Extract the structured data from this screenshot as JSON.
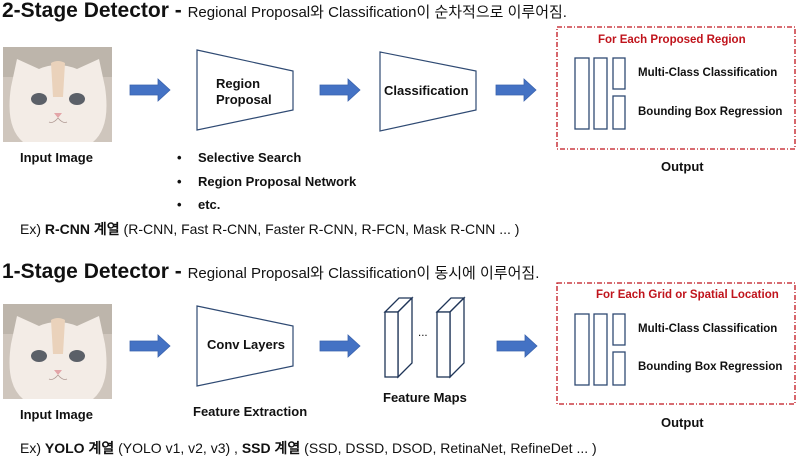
{
  "two_stage": {
    "title": "2-Stage Detector -",
    "subtitle": "Regional Proposal와 Classification이 순차적으로 이루어짐.",
    "input_label": "Input Image",
    "stage1_label_line1": "Region",
    "stage1_label_line2": "Proposal",
    "stage2_label": "Classification",
    "bullets": [
      "Selective Search",
      "Region Proposal Network",
      "etc."
    ],
    "output_box_title": "For Each Proposed Region",
    "output_item1": "Multi-Class Classification",
    "output_item2": "Bounding Box Regression",
    "output_label": "Output",
    "example_prefix": "Ex)",
    "example_family": "R-CNN 계열",
    "example_list": "(R-CNN, Fast R-CNN, Faster R-CNN, R-FCN, Mask R-CNN ... )"
  },
  "one_stage": {
    "title": "1-Stage Detector -",
    "subtitle": "Regional Proposal와 Classification이 동시에 이루어짐.",
    "input_label": "Input Image",
    "conv_label": "Conv Layers",
    "conv_caption": "Feature Extraction",
    "ellipsis": "...",
    "feature_maps_label": "Feature Maps",
    "output_box_title": "For Each Grid or Spatial Location",
    "output_item1": "Multi-Class Classification",
    "output_item2": "Bounding Box Regression",
    "output_label": "Output",
    "example_prefix": "Ex)",
    "example_family1": "YOLO 계열",
    "example_list1": "(YOLO v1, v2, v3) ,",
    "example_family2": "SSD 계열",
    "example_list2": "(SSD, DSSD, DSOD, RetinaNet, RefineDet ... )"
  },
  "colors": {
    "arrow": "#4472c4",
    "outline": "#2f4a73",
    "output_border": "#c0141c",
    "output_title": "#c0141c"
  }
}
